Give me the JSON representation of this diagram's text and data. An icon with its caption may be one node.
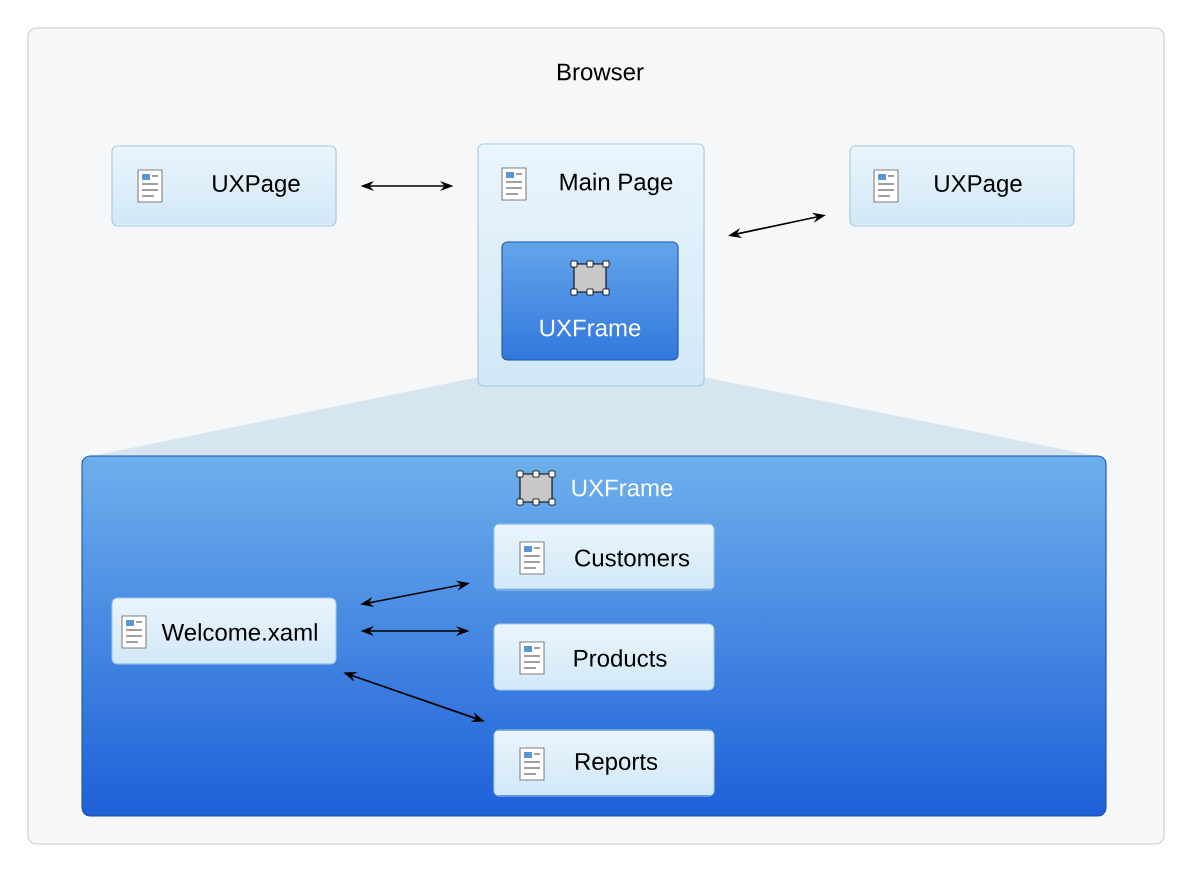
{
  "diagram": {
    "nodes": [
      {
        "text": [
          "Browser"
        ]
      },
      {
        "text": [
          "UXPage"
        ],
        "in": 0
      },
      {
        "text": [
          "Main Page"
        ],
        "in": 0
      },
      {
        "text": [
          "UXFrame"
        ],
        "in": 2
      },
      {
        "text": [
          "UXPage"
        ],
        "in": 0
      },
      {
        "text": [
          "UXFrame"
        ],
        "in": 0
      },
      {
        "text": [
          "Welcome.xaml"
        ],
        "in": 5
      },
      {
        "text": [
          "Customers"
        ],
        "in": 5
      },
      {
        "text": [
          "Products"
        ],
        "in": 5
      },
      {
        "text": [
          "Reports"
        ],
        "in": 5
      }
    ],
    "edges": [
      {
        "from": 1,
        "to": 2,
        "arrow": "both"
      },
      {
        "from": 2,
        "to": 4,
        "arrow": "both"
      },
      {
        "from": 6,
        "to": 7,
        "arrow": "both"
      },
      {
        "from": 6,
        "to": 8,
        "arrow": "both"
      },
      {
        "from": 6,
        "to": 9,
        "arrow": "both"
      }
    ]
  }
}
